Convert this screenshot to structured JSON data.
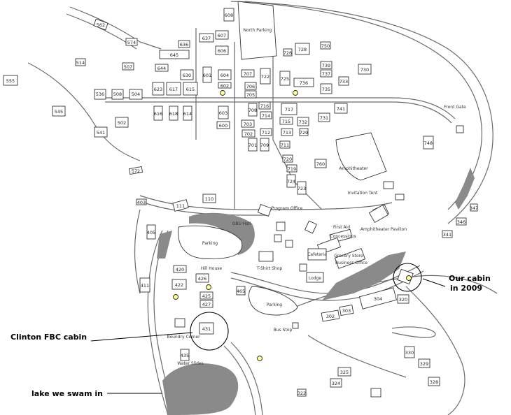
{
  "areas": {
    "north_parking": "North Parking",
    "front_gate": "Front Gate",
    "amphitheater": "Amphitheater",
    "invitation_tent": "Invitation Tent",
    "program_office": "Program Office",
    "obu_hall": "OBU Hall",
    "first_aid": "First Aid",
    "concessions": "Concessions",
    "amph_pavilion": "Amphitheater Pavilion",
    "grocery_store": "Grocery Store",
    "business_office": "Business Office",
    "tshirt_shop": "T-Shirt Shop",
    "parking_upper": "Parking",
    "parking_lower": "Parking",
    "lodge": "Lodge",
    "bus_stop": "Bus Stop",
    "cafeteria": "Cafeteria",
    "boundry_corner": "Boundry Corner",
    "hill_house": "Hill House",
    "water_slides": "Water Slides"
  },
  "annotations": {
    "our_cabin_line1": "Our cabin",
    "our_cabin_line2": "in 2009",
    "clinton_cabin": "Clinton FBC cabin",
    "lake": "lake we swam in"
  }
}
